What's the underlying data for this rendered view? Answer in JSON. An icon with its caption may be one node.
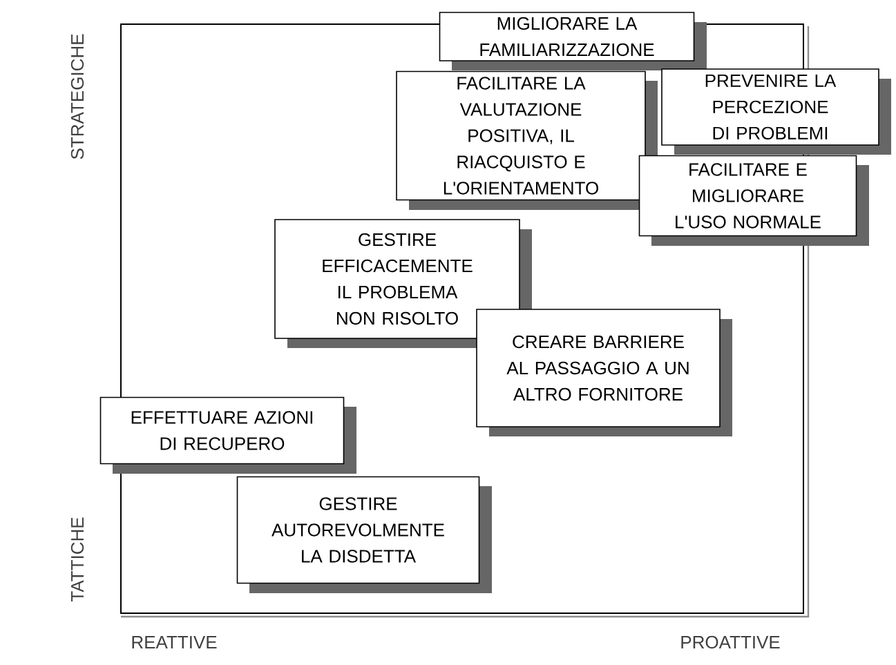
{
  "diagram": {
    "nodes": [
      {
        "text": [
          "MIGLIORARE LA FAMILIARIZZAZIONE"
        ]
      },
      {
        "text": [
          "FACILITARE LA VALUTAZIONE POSITIVA, IL RIACQUISTO E L'ORIENTAMENTO"
        ]
      },
      {
        "text": [
          "PREVENIRE LA PERCEZIONE DI PROBLEMI"
        ]
      },
      {
        "text": [
          "FACILITARE E MIGLIORARE L'USO NORMALE"
        ]
      },
      {
        "text": [
          "GESTIRE EFFICACEMENTE IL PROBLEMA NON RISOLTO"
        ]
      },
      {
        "text": [
          "CREARE BARRIERE AL PASSAGGIO A UN ALTRO FORNITORE"
        ]
      },
      {
        "text": [
          "EFFETTUARE AZIONI DI RECUPERO"
        ]
      },
      {
        "text": [
          "GESTIRE AUTOREVOLMENTE LA DISDETTA"
        ]
      }
    ],
    "labels": [
      "STRATEGICHE",
      "TATTICHE",
      "REATTIVE",
      "PROATTIVE"
    ]
  }
}
